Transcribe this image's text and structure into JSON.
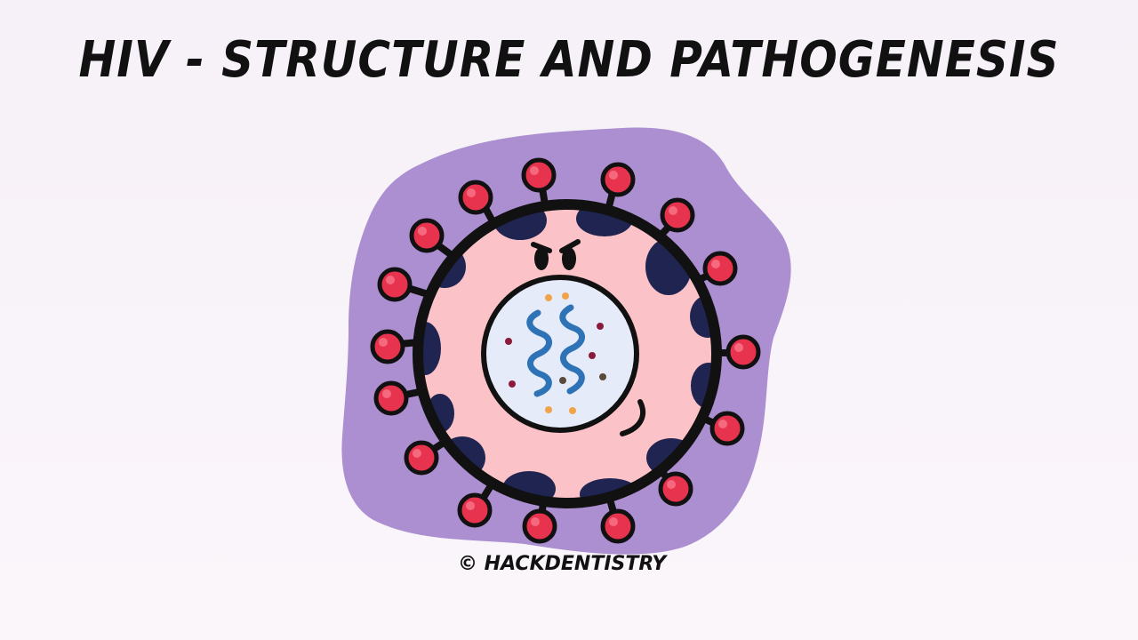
{
  "title": "HIV - STRUCTURE AND PATHOGENESIS",
  "credit": "© HACKDENTISTRY",
  "colors": {
    "background": "#f7f2f8",
    "blob": "#ab8fd1",
    "capsid_fill": "#fbc3c8",
    "membrane_outline": "#111111",
    "matrix_patches": "#1f2451",
    "spike_head": "#e8334f",
    "core_fill": "#e6ebfa",
    "rna": "#2f73b7",
    "dots_orange": "#f0a44a",
    "dots_red": "#8b1b3a",
    "dots_brown": "#5a4a3a"
  },
  "icons": [
    "hiv-virion-illustration",
    "rna-strand-icon",
    "glycoprotein-spike-icon"
  ]
}
